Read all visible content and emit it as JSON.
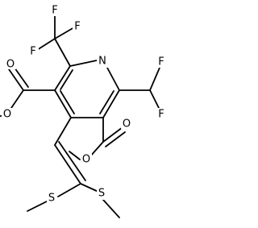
{
  "atoms": {
    "F": "F",
    "N": "N",
    "O": "O",
    "S": "S"
  },
  "colors": {
    "bond": "#000000",
    "background": "#ffffff"
  }
}
